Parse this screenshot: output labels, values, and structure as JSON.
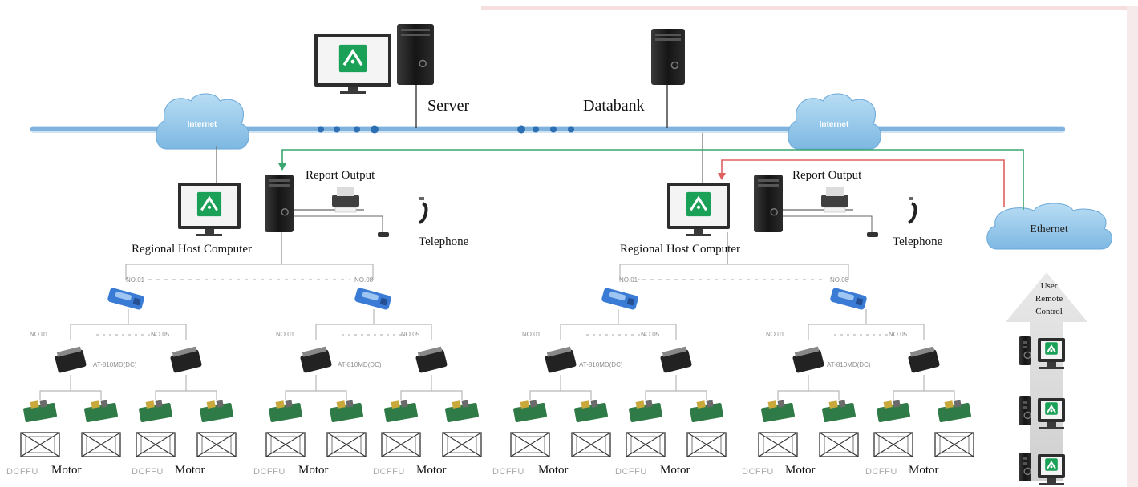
{
  "labels": {
    "server": "Server",
    "databank": "Databank",
    "internet": "Internet",
    "report_output": "Report Output",
    "telephone": "Telephone",
    "regional_host": "Regional Host Computer",
    "ethernet": "Ethernet",
    "user_remote_control": [
      "User",
      "Remote",
      "Control"
    ],
    "motor": "Motor",
    "dcffu": "DCFFU"
  },
  "regions": [
    {
      "id": "left",
      "gateway_range": [
        "NO.01",
        "NO.08"
      ],
      "groups": [
        {
          "node_range": [
            "NO.01",
            "NO.05"
          ],
          "controller_label": "AT-810MD(DC)"
        },
        {
          "node_range": [
            "NO.01",
            "NO.05"
          ],
          "controller_label": "AT-810MD(DC)"
        }
      ]
    },
    {
      "id": "right",
      "gateway_range": [
        "NO.01~",
        "NO.08"
      ],
      "groups": [
        {
          "node_range": [
            "NO.01",
            "NO.05"
          ],
          "controller_label": "AT-810MD(DC)"
        },
        {
          "node_range": [
            "NO.01",
            "NO.05"
          ],
          "controller_label": "AT-810MD(DC)"
        }
      ]
    }
  ],
  "colors": {
    "backbone": "#7fb3de",
    "cloud": "#8ec5e8",
    "green_link": "#3aa56e",
    "red_link": "#e06060",
    "app_icon": "#1aa057",
    "gateway": "#3a7bd5"
  }
}
